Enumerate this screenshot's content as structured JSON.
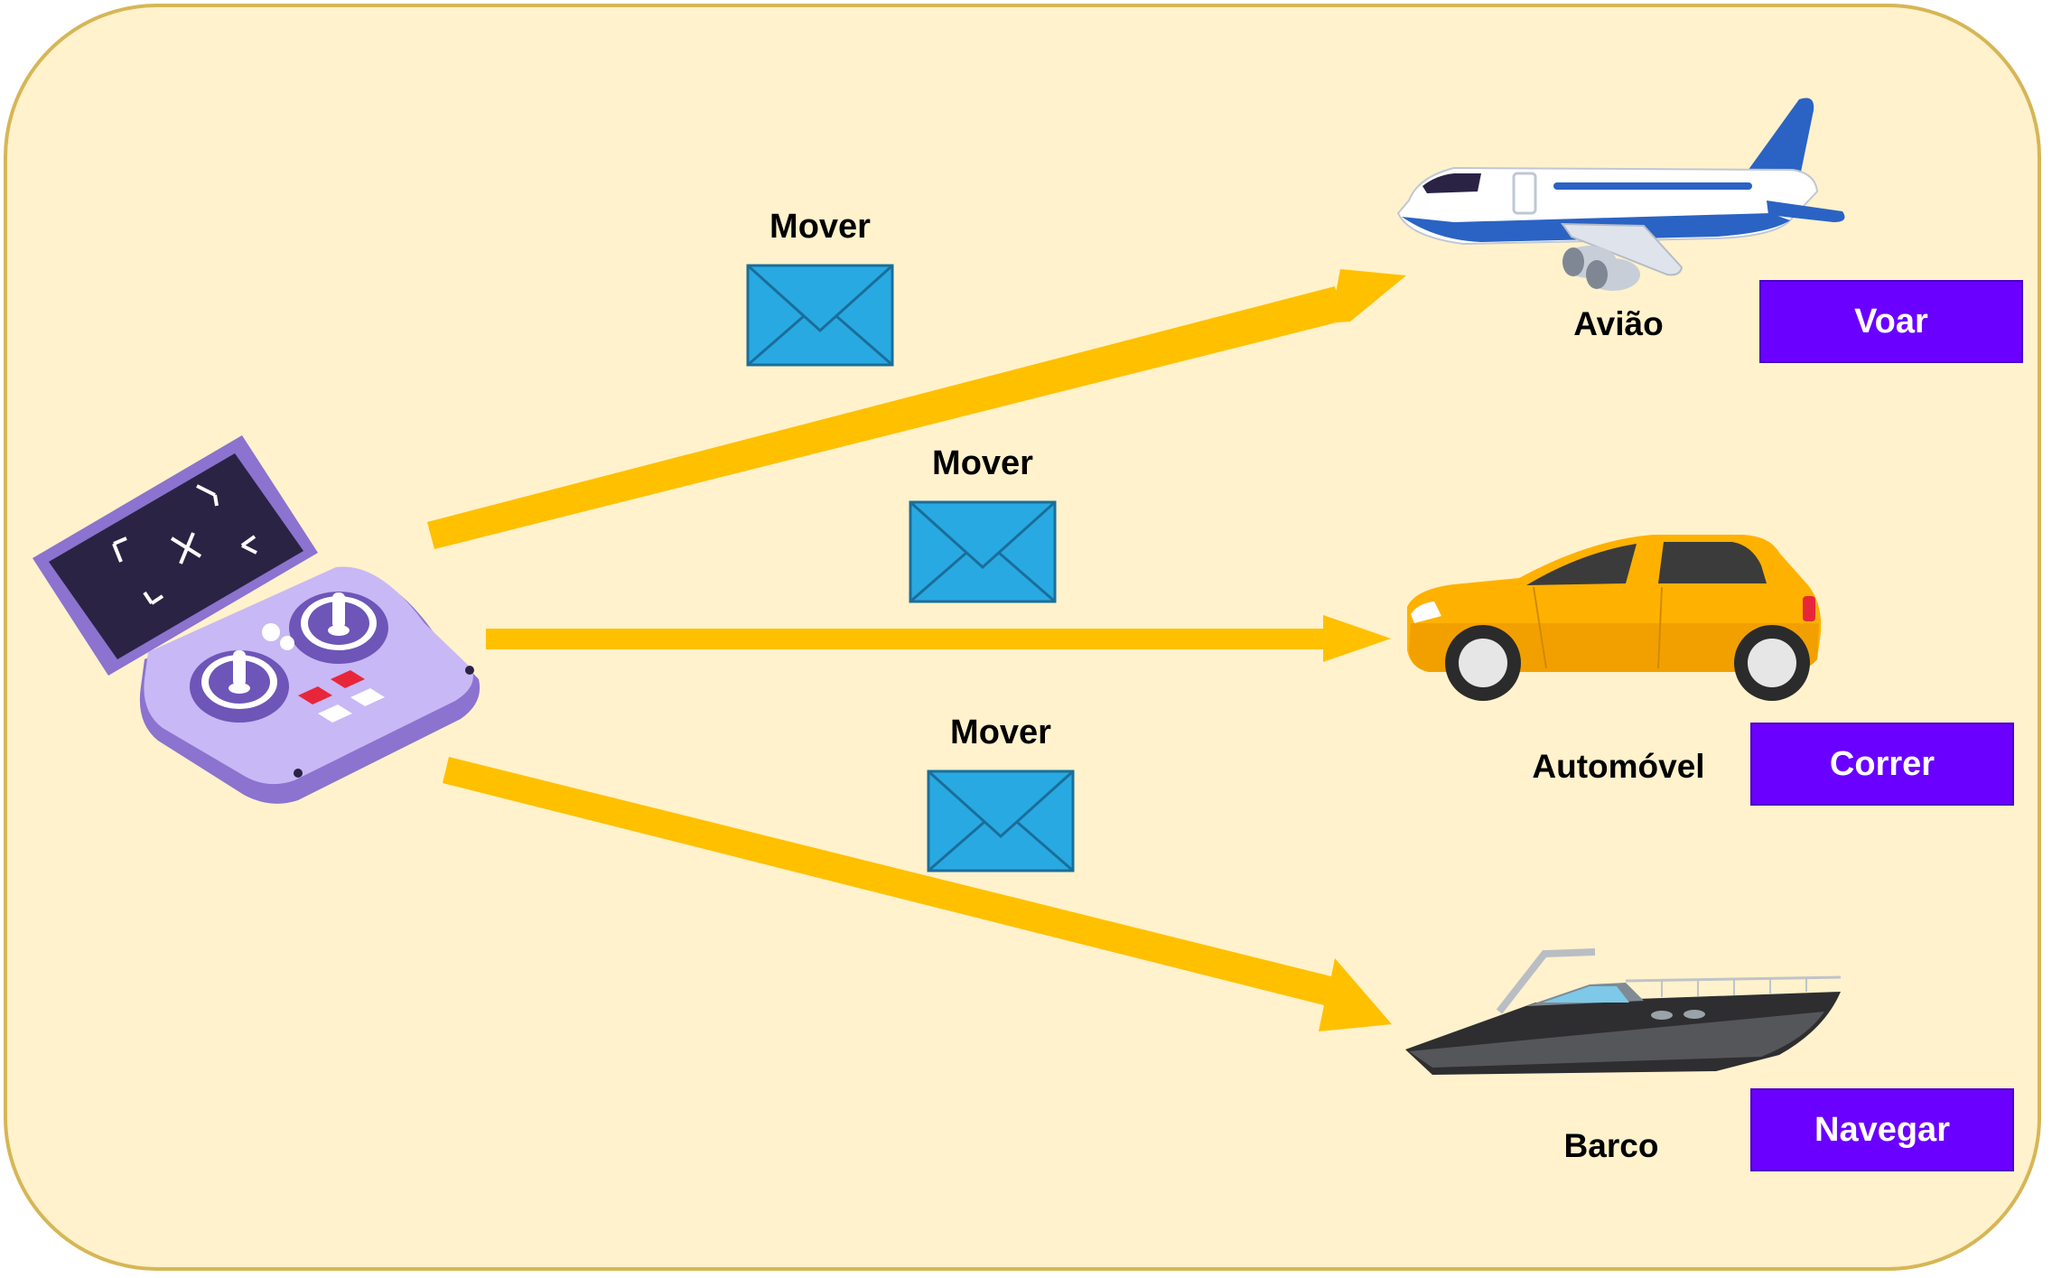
{
  "colors": {
    "panel_fill": "#fff2cc",
    "panel_border": "#d6b656",
    "arrow": "#ffc000",
    "envelope_fill": "#29a9e1",
    "envelope_stroke": "#1a6e9a",
    "action_box_fill": "#6a00ff"
  },
  "controller": {
    "icon": "game-controller-icon"
  },
  "messages": [
    {
      "label": "Mover",
      "icon": "envelope-icon"
    },
    {
      "label": "Mover",
      "icon": "envelope-icon"
    },
    {
      "label": "Mover",
      "icon": "envelope-icon"
    }
  ],
  "objects": [
    {
      "name": "Avião",
      "action": "Voar",
      "icon": "airplane-icon"
    },
    {
      "name": "Automóvel",
      "action": "Correr",
      "icon": "car-icon"
    },
    {
      "name": "Barco",
      "action": "Navegar",
      "icon": "boat-icon"
    }
  ]
}
